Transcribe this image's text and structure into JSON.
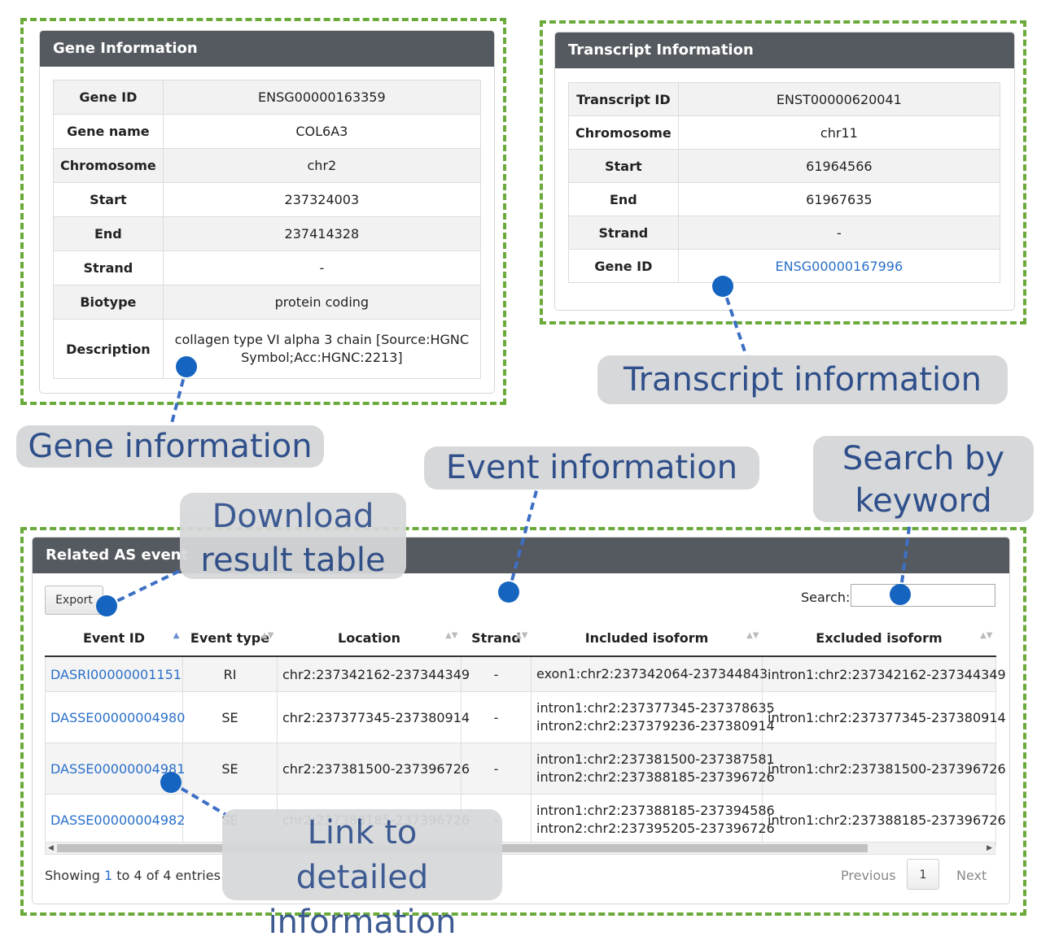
{
  "gene_panel": {
    "title": "Gene Information",
    "rows": [
      {
        "key": "Gene ID",
        "value": "ENSG00000163359"
      },
      {
        "key": "Gene name",
        "value": "COL6A3"
      },
      {
        "key": "Chromosome",
        "value": "chr2"
      },
      {
        "key": "Start",
        "value": "237324003"
      },
      {
        "key": "End",
        "value": "237414328"
      },
      {
        "key": "Strand",
        "value": "-"
      },
      {
        "key": "Biotype",
        "value": "protein coding"
      },
      {
        "key": "Description",
        "value": "collagen type VI alpha 3 chain [Source:HGNC Symbol;Acc:HGNC:2213]"
      }
    ]
  },
  "transcript_panel": {
    "title": "Transcript Information",
    "rows": [
      {
        "key": "Transcript ID",
        "value": "ENST00000620041"
      },
      {
        "key": "Chromosome",
        "value": "chr11"
      },
      {
        "key": "Start",
        "value": "61964566"
      },
      {
        "key": "End",
        "value": "61967635"
      },
      {
        "key": "Strand",
        "value": "-"
      },
      {
        "key": "Gene ID",
        "value": "ENSG00000167996"
      }
    ]
  },
  "event_panel": {
    "title": "Related AS event",
    "export_label": "Export",
    "search_label": "Search:",
    "columns": [
      "Event ID",
      "Event type",
      "Location",
      "Strand",
      "Included isoform",
      "Excluded isoform"
    ],
    "rows": [
      {
        "id": "DASRI00000001151",
        "type": "RI",
        "location": "chr2:237342162-237344349",
        "strand": "-",
        "included": [
          "exon1:chr2:237342064-237344843"
        ],
        "excluded": "intron1:chr2:237342162-237344349"
      },
      {
        "id": "DASSE00000004980",
        "type": "SE",
        "location": "chr2:237377345-237380914",
        "strand": "-",
        "included": [
          "intron1:chr2:237377345-237378635",
          "intron2:chr2:237379236-237380914"
        ],
        "excluded": "intron1:chr2:237377345-237380914"
      },
      {
        "id": "DASSE00000004981",
        "type": "SE",
        "location": "chr2:237381500-237396726",
        "strand": "-",
        "included": [
          "intron1:chr2:237381500-237387581",
          "intron2:chr2:237388185-237396726"
        ],
        "excluded": "intron1:chr2:237381500-237396726"
      },
      {
        "id": "DASSE00000004982",
        "type": "SE",
        "location": "chr2:237388185-237396726",
        "strand": "-",
        "included": [
          "intron1:chr2:237388185-237394586",
          "intron2:chr2:237395205-237396726"
        ],
        "excluded": "intron1:chr2:237388185-237396726"
      }
    ],
    "info": {
      "prefix": "Showing ",
      "start": "1",
      "suffix": " to 4 of 4 entries"
    },
    "pagination": {
      "previous": "Previous",
      "current": "1",
      "next": "Next"
    }
  },
  "callouts": {
    "gene": "Gene information",
    "transcript": "Transcript information",
    "event": "Event information",
    "search": "Search by keyword",
    "download": "Download result table",
    "link": "Link to detailed information"
  },
  "colors": {
    "dash_border": "#6aaa3a",
    "panel_header": "#555a60",
    "link": "#2a6fc9",
    "callout_bg": "#d7d8da",
    "callout_text": "#2f4f8a",
    "dot": "#1565c0"
  }
}
